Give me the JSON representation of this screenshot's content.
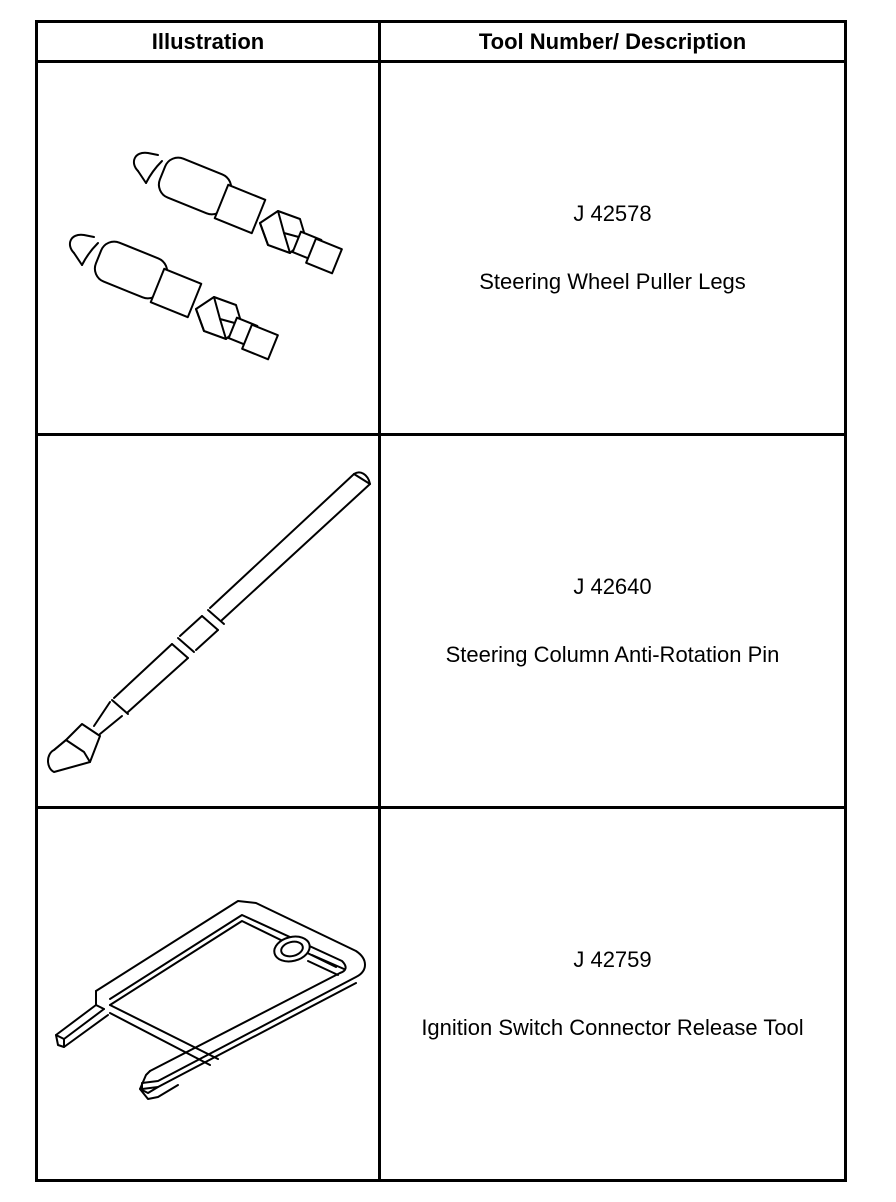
{
  "table": {
    "headers": {
      "illustration": "Illustration",
      "tool": "Tool Number/ Description"
    },
    "rows": [
      {
        "number": "J 42578",
        "description": "Steering Wheel Puller Legs",
        "icon": "puller-legs-icon"
      },
      {
        "number": "J 42640",
        "description": "Steering Column Anti-Rotation Pin",
        "icon": "anti-rotation-pin-icon"
      },
      {
        "number": "J 42759",
        "description": "Ignition Switch Connector Release Tool",
        "icon": "release-tool-icon"
      }
    ]
  }
}
